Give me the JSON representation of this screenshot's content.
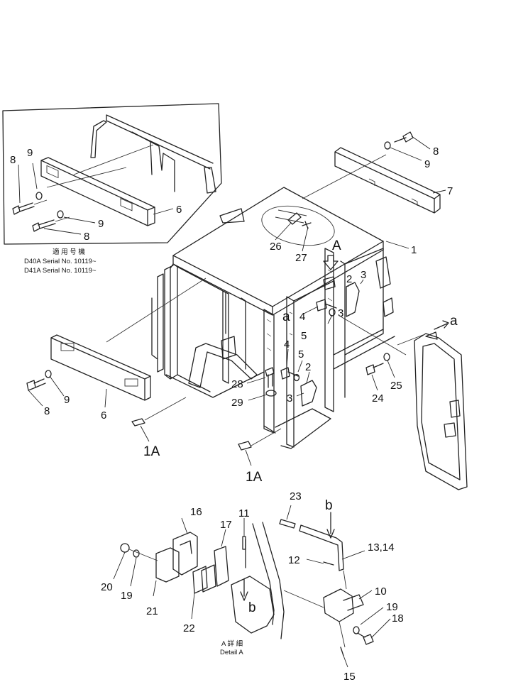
{
  "callouts": {
    "c1": "1",
    "c1A_left": "1A",
    "c1A_right": "1A",
    "c2_upper": "2",
    "c2_lower": "2",
    "c3_upper": "3",
    "c3_mid": "3",
    "c3_lower": "3",
    "c4_upper": "4",
    "c4_lower": "4",
    "c5_upper": "5",
    "c5_lower": "5",
    "c6_inset": "6",
    "c6_main": "6",
    "c7": "7",
    "c8_inset_top": "8",
    "c8_inset_bottom": "8",
    "c8_right": "8",
    "c8_left": "8",
    "c9_inset_top": "9",
    "c9_inset_bottom": "9",
    "c9_right": "9",
    "c9_left": "9",
    "c10": "10",
    "c11": "11",
    "c12": "12",
    "c13_14": "13,14",
    "c15": "15",
    "c16": "16",
    "c17": "17",
    "c18": "18",
    "c19_right": "19",
    "c19_left": "19",
    "c20": "20",
    "c21": "21",
    "c22": "22",
    "c23": "23",
    "c24": "24",
    "c25": "25",
    "c26": "26",
    "c27": "27",
    "c28": "28",
    "c29": "29"
  },
  "view_markers": {
    "A": "A",
    "a_left": "a",
    "a_right": "a",
    "b_top": "b",
    "b_detail": "b"
  },
  "inset": {
    "header_jp": "適 用 号 機",
    "serial_d40a": "D40A Serial No. 10119~",
    "serial_d41a": "D41A Serial No. 10119~"
  },
  "detail": {
    "title_jp": "A 詳 細",
    "title_en": "Detail A"
  }
}
